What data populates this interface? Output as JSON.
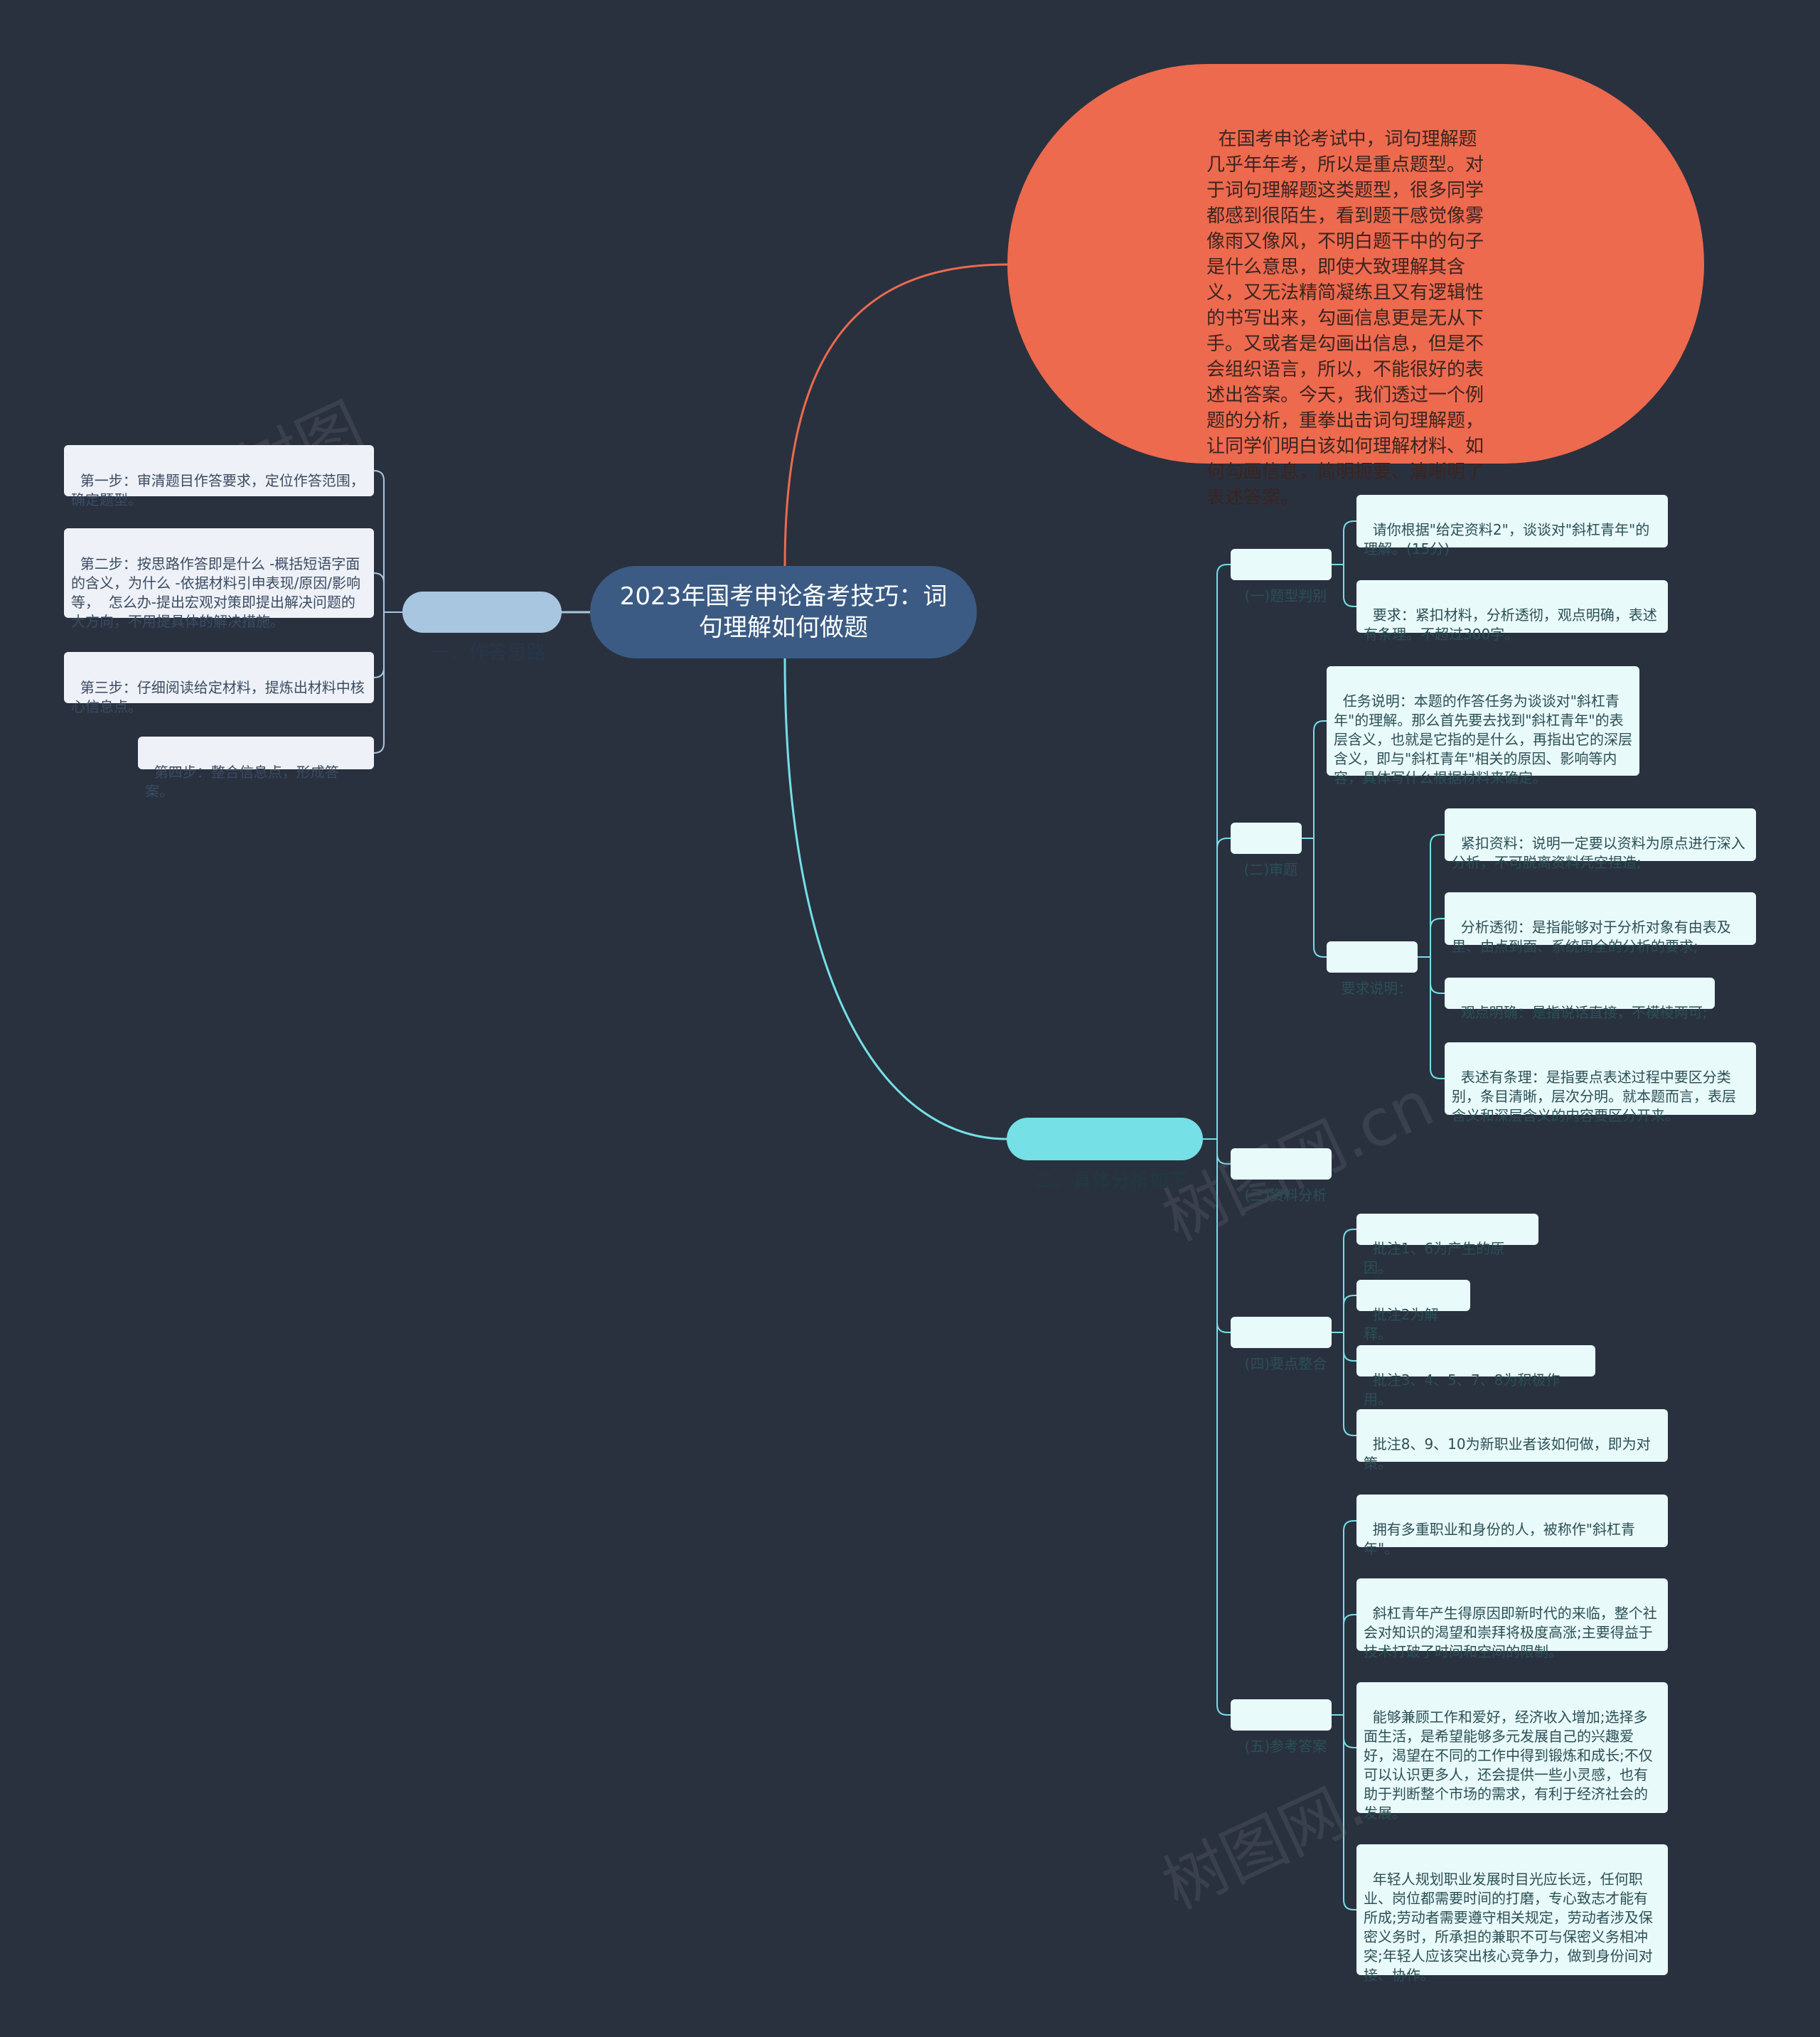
{
  "colors": {
    "background": "#29313f",
    "root": "#3b5b84",
    "intro": "#ed6a4e",
    "branch1": "#a9c6e0",
    "branch2": "#75e0e6",
    "link_intro": "#ed6a4e",
    "link_branch1": "#a9c6e0",
    "link_branch2": "#75e0e6"
  },
  "root": {
    "title": "2023年国考申论备考技巧：词句理解如何做题"
  },
  "intro": {
    "text": "在国考申论考试中，词句理解题几乎年年考，所以是重点题型。对于词句理解题这类题型，很多同学都感到很陌生，看到题干感觉像雾像雨又像风，不明白题干中的句子是什么意思，即使大致理解其含义，又无法精简凝练且又有逻辑性的书写出来，勾画信息更是无从下手。又或者是勾画出信息，但是不会组织语言，所以，不能很好的表述出答案。今天，我们透过一个例题的分析，重拳出击词句理解题，让同学们明白该如何理解材料、如何勾画信息，简明扼要、清晰明了表述答案。"
  },
  "branch1": {
    "label": "一、作答思路",
    "steps": [
      "第一步：审清题目作答要求，定位作答范围，确定题型。",
      "第二步：按思路作答即是什么 -概括短语字面的含义，为什么 -依据材料引申表现/原因/影响等，  怎么办-提出宏观对策即提出解决问题的大方向，不用提具体的解决措施。",
      "第三步：仔细阅读给定材料，提炼出材料中核心信息点。",
      "第四步：整合信息点，形成答案。"
    ]
  },
  "branch2": {
    "label": "二、具体分析如下",
    "sec1": {
      "label": "(一)题型判别",
      "items": [
        "请你根据\"给定资料2\"，谈谈对\"斜杠青年\"的理解。(15分)",
        "要求：紧扣材料，分析透彻，观点明确，表述有条理。不超过300字。"
      ]
    },
    "sec2": {
      "label": "(二)审题",
      "task": "任务说明：本题的作答任务为谈谈对\"斜杠青年\"的理解。那么首先要去找到\"斜杠青年\"的表层含义，也就是它指的是什么，再指出它的深层含义，即与\"斜杠青年\"相关的原因、影响等内容，具体写什么根据材料来确定。",
      "req_label": "要求说明：",
      "req_items": [
        "紧扣资料：说明一定要以资料为原点进行深入分析，不可脱离资料凭空捏造;",
        "分析透彻：是指能够对于分析对象有由表及里、由点到面、系统周全的分析的要求;",
        "观点明确：是指说话直接，不模棱两可;",
        "表述有条理：是指要点表述过程中要区分类别，条目清晰，层次分明。就本题而言，表层含义和深层含义的内容要区分开来。"
      ]
    },
    "sec3": {
      "label": "(三)资料分析"
    },
    "sec4": {
      "label": "(四)要点整合",
      "items": [
        "批注1、6为产生的原因。",
        "批注2为解释。",
        "批注3、4、5、7、8为积极作用。",
        "批注8、9、10为新职业者该如何做，即为对策。"
      ]
    },
    "sec5": {
      "label": "(五)参考答案",
      "items": [
        "拥有多重职业和身份的人，被称作\"斜杠青年\"。",
        "斜杠青年产生得原因即新时代的来临，整个社会对知识的渴望和崇拜将极度高涨;主要得益于技术打破了时间和空间的限制。",
        "能够兼顾工作和爱好，经济收入增加;选择多面生活，是希望能够多元发展自己的兴趣爱好，渴望在不同的工作中得到锻炼和成长;不仅可以认识更多人，还会提供一些小灵感，也有助于判断整个市场的需求，有利于经济社会的发展。",
        "年轻人规划职业发展时目光应长远，任何职业、岗位都需要时间的打磨，专心致志才能有所成;劳动者需要遵守相关规定，劳动者涉及保密义务时，所承担的兼职不可与保密义务相冲突;年轻人应该突出核心竞争力，做到身份间对接、协作。"
      ]
    }
  }
}
